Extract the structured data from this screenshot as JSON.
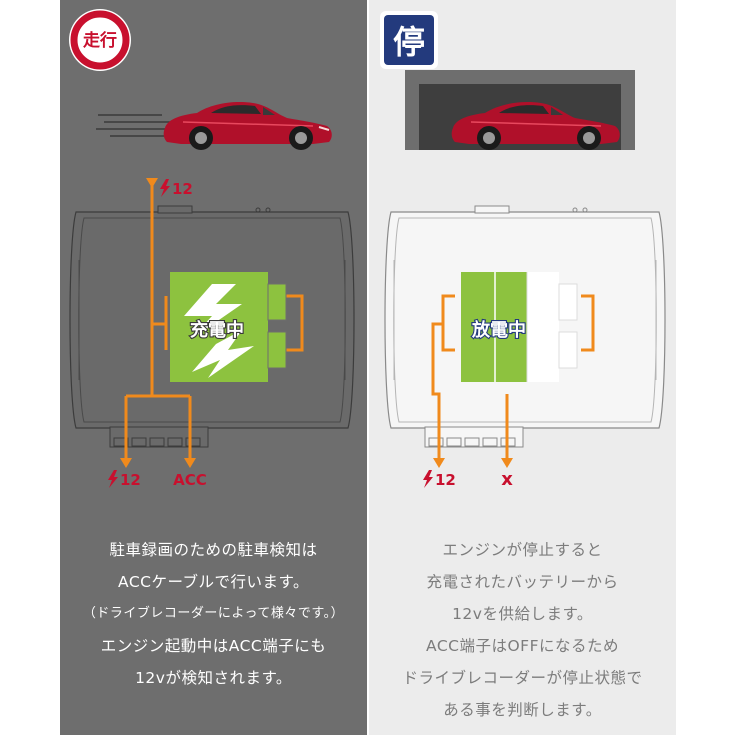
{
  "left": {
    "sign": {
      "label": "走行"
    },
    "input_label": "12",
    "battery_label": "充電中",
    "out1_label": "12",
    "out2_label": "ACC",
    "caption": [
      "駐車録画のための駐車検知は",
      "ACCケーブルで行います。",
      "（ドライブレコーダーによって様々です。）",
      "エンジン起動中はACC端子にも",
      "12vが検知されます。"
    ]
  },
  "right": {
    "sign": {
      "label": "停"
    },
    "battery_label": "放電中",
    "out1_label": "12",
    "out2_label": "x",
    "caption": [
      "エンジンが停止すると",
      "充電されたバッテリーから",
      "12vを供給します。",
      "ACC端子はOFFになるため",
      "ドライブレコーダーが停止状態で",
      "ある事を判断します。"
    ]
  },
  "colors": {
    "left_bg": "#6e6e6e",
    "right_bg": "#ececec",
    "orange": "#f08a1c",
    "green": "#8dc23f",
    "red": "#c8102e",
    "navy": "#233a7d",
    "car": "#b0102a"
  }
}
